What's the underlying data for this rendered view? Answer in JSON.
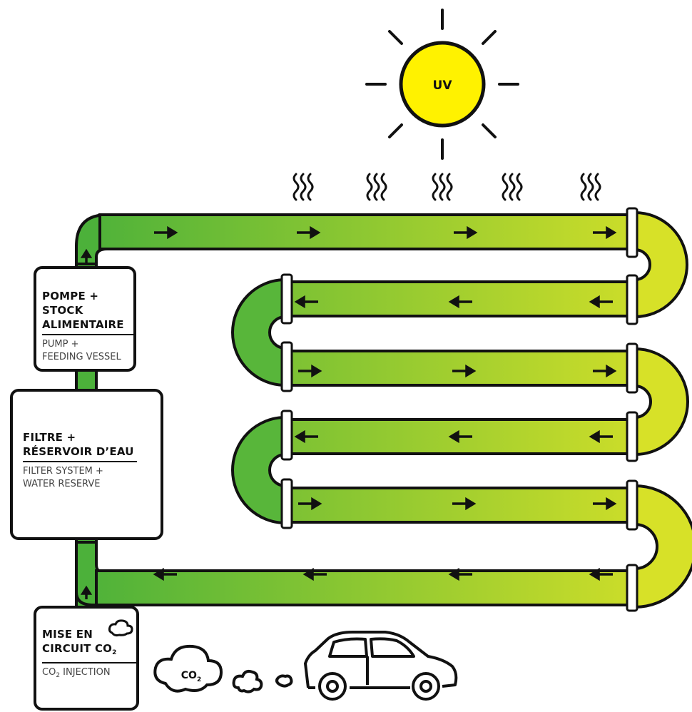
{
  "sun": {
    "label": "UV"
  },
  "boxes": {
    "pump": {
      "title_line1": "POMPE + STOCK",
      "title_line2": "ALIMENTAIRE",
      "subtitle_line1": "PUMP +",
      "subtitle_line2": "FEEDING VESSEL"
    },
    "filter": {
      "title_line1": "FILTRE +",
      "title_line2": "RÉSERVOIR D’EAU",
      "subtitle_line1": "FILTER SYSTEM +",
      "subtitle_line2": "WATER RESERVE"
    },
    "co2": {
      "title_line1": "MISE EN",
      "title_line2_main": "CIRCUIT CO",
      "title_line2_sub": "2",
      "subtitle_main": "CO",
      "subtitle_sub": "2",
      "subtitle_rest": " INJECTION"
    }
  },
  "cloud_co2": {
    "main": "CO",
    "sub": "2"
  },
  "colors": {
    "pipe_dark": "#4cb13a",
    "pipe_light": "#d7e128",
    "sun": "#fff200",
    "outline": "#111111"
  },
  "icons": [
    "sun-icon",
    "heat-wave-icon",
    "flow-arrow-icon",
    "co2-cloud-icon",
    "car-icon"
  ]
}
